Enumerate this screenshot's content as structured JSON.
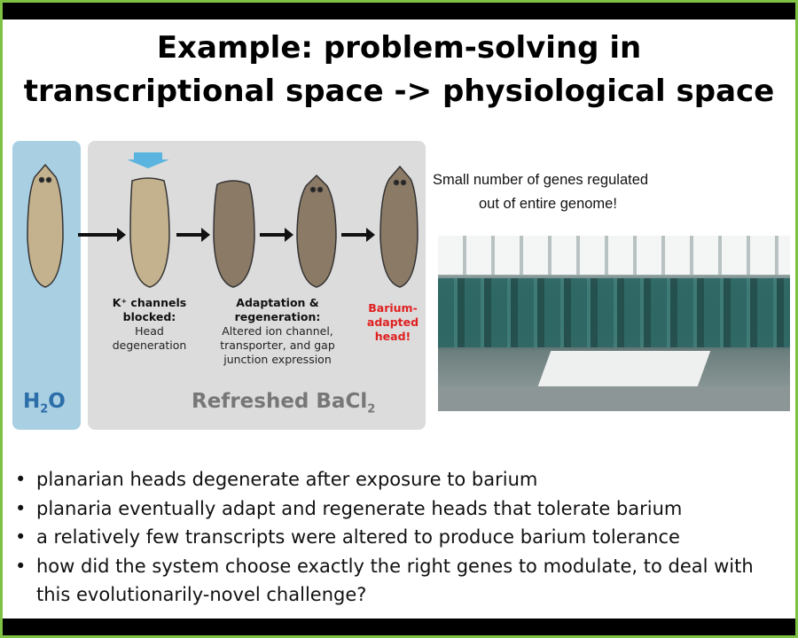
{
  "slide": {
    "title_line1": "Example: problem-solving in",
    "title_line2": "transcriptional space -> physiological space",
    "figure": {
      "h2o_label": "H",
      "h2o_sub": "2",
      "h2o_label_end": "O",
      "bacl_label": "Refreshed BaCl",
      "bacl_sub": "2",
      "step1_bold": "K⁺ channels blocked:",
      "step1_text": "Head degeneration",
      "step2_bold": "Adaptation & regeneration:",
      "step2_text": "Altered ion channel, transporter, and gap junction expression",
      "step3_text": "Barium-adapted head!"
    },
    "note_line1": "Small number of genes regulated",
    "note_line2": "out of entire genome!",
    "bullets": [
      "planarian heads degenerate after exposure to barium",
      "planaria eventually adapt and regenerate heads that tolerate barium",
      "a relatively few transcripts were altered to produce barium tolerance",
      "how did the system choose exactly the right genes to modulate, to deal with this evolutionarily-novel challenge?"
    ]
  }
}
